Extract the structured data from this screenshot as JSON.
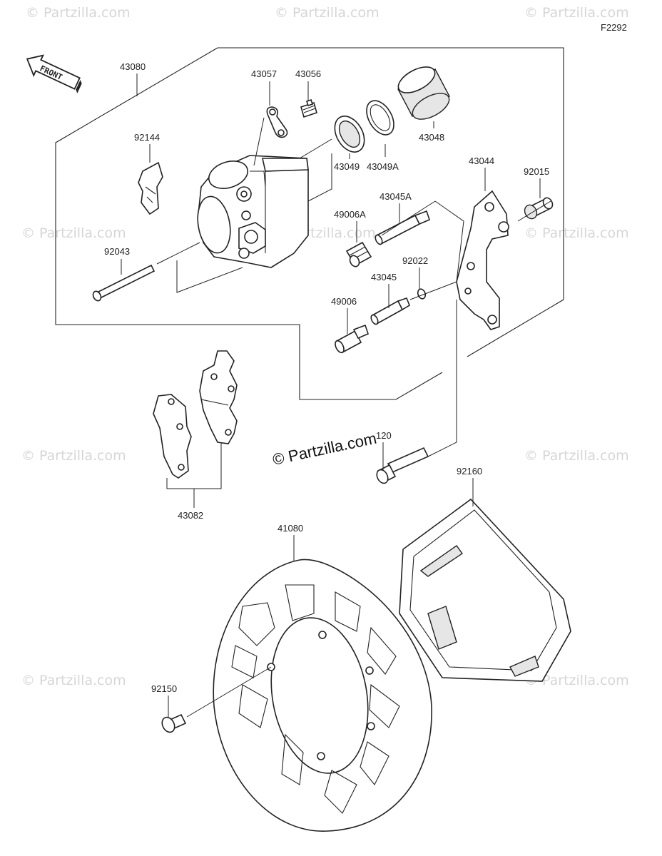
{
  "diagram_code": "F2292",
  "front_arrow": "FRONT",
  "watermark": "© Partzilla.com",
  "watermark_center": "© Partzilla.com",
  "parts": {
    "p43080": "43080",
    "p43057": "43057",
    "p43056": "43056",
    "p43048": "43048",
    "p43049A": "43049A",
    "p43049": "43049",
    "p92144": "92144",
    "p43044": "43044",
    "p92015": "92015",
    "p43045A": "43045A",
    "p49006A": "49006A",
    "p92043": "92043",
    "p92022": "92022",
    "p43045": "43045",
    "p49006": "49006",
    "p120": "120",
    "p92160": "92160",
    "p43082": "43082",
    "p41080": "41080",
    "p92150": "92150"
  }
}
